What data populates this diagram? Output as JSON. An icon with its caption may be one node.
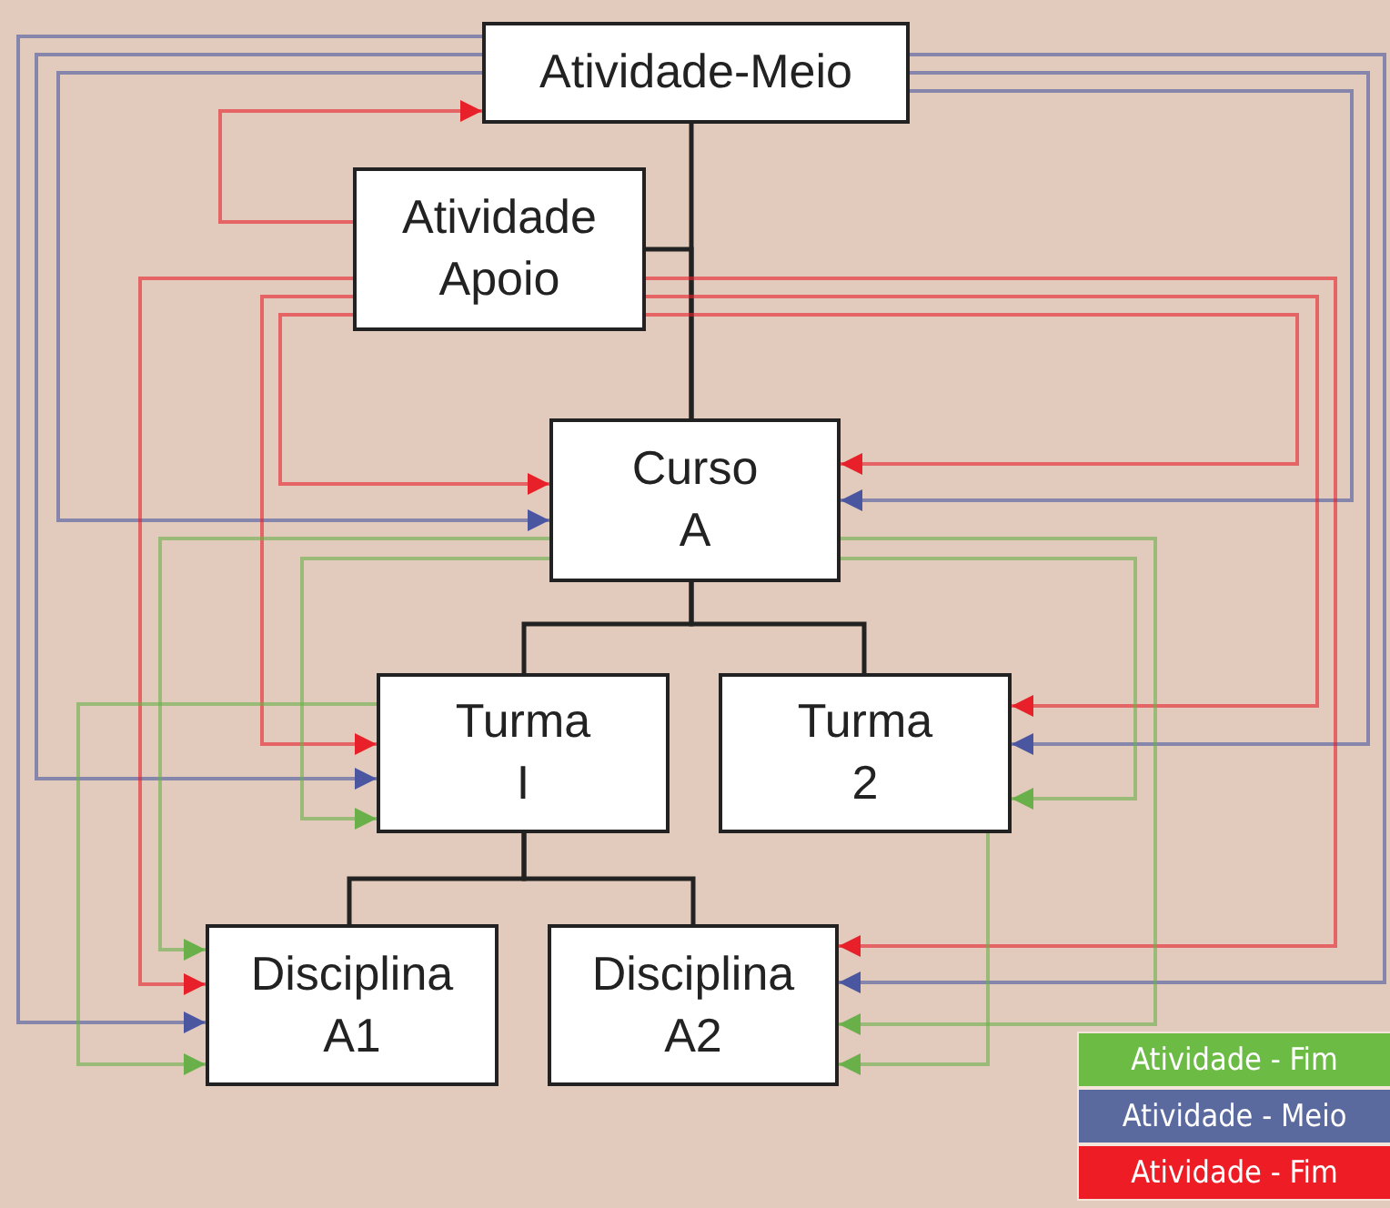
{
  "diagram": {
    "nodes": [
      {
        "text": [
          "Atividade-Meio"
        ]
      },
      {
        "text": [
          "Atividade Apoio"
        ]
      },
      {
        "text": [
          "Curso A"
        ]
      },
      {
        "text": [
          "Turma I"
        ]
      },
      {
        "text": [
          "Turma 2"
        ]
      },
      {
        "text": [
          "Disciplina A1"
        ]
      },
      {
        "text": [
          "Disciplina A2"
        ]
      }
    ],
    "edges": [
      {
        "from": 0,
        "to": 2,
        "arrow": "none",
        "color": "#222222"
      },
      {
        "from": 1,
        "to": 2,
        "arrow": "none",
        "color": "#222222"
      },
      {
        "from": 2,
        "to": 3,
        "arrow": "none",
        "color": "#222222"
      },
      {
        "from": 2,
        "to": 4,
        "arrow": "none",
        "color": "#222222"
      },
      {
        "from": 3,
        "to": 5,
        "arrow": "none",
        "color": "#222222"
      },
      {
        "from": 3,
        "to": 6,
        "arrow": "none",
        "color": "#222222"
      },
      {
        "from": 0,
        "to": 5,
        "arrow": "to",
        "color": "#4a56a0"
      },
      {
        "from": 0,
        "to": 3,
        "arrow": "to",
        "color": "#4a56a0"
      },
      {
        "from": 0,
        "to": 2,
        "arrow": "to",
        "color": "#4a56a0"
      },
      {
        "from": 0,
        "to": 6,
        "arrow": "to",
        "color": "#4a56a0"
      },
      {
        "from": 0,
        "to": 4,
        "arrow": "to",
        "color": "#4a56a0"
      },
      {
        "from": 0,
        "to": 2,
        "arrow": "to",
        "color": "#4a56a0"
      },
      {
        "from": 1,
        "to": 0,
        "arrow": "to",
        "color": "#e8202a"
      },
      {
        "from": 1,
        "to": 5,
        "arrow": "to",
        "color": "#e8202a"
      },
      {
        "from": 1,
        "to": 3,
        "arrow": "to",
        "color": "#e8202a"
      },
      {
        "from": 1,
        "to": 2,
        "arrow": "to",
        "color": "#e8202a"
      },
      {
        "from": 1,
        "to": 6,
        "arrow": "to",
        "color": "#e8202a"
      },
      {
        "from": 1,
        "to": 4,
        "arrow": "to",
        "color": "#e8202a"
      },
      {
        "from": 1,
        "to": 2,
        "arrow": "to",
        "color": "#e8202a"
      },
      {
        "from": 2,
        "to": 5,
        "arrow": "to",
        "color": "#6ab04a"
      },
      {
        "from": 2,
        "to": 3,
        "arrow": "to",
        "color": "#6ab04a"
      },
      {
        "from": 2,
        "to": 6,
        "arrow": "to",
        "color": "#6ab04a"
      },
      {
        "from": 2,
        "to": 4,
        "arrow": "to",
        "color": "#6ab04a"
      },
      {
        "from": 3,
        "to": 5,
        "arrow": "to",
        "color": "#6ab04a"
      },
      {
        "from": 4,
        "to": 6,
        "arrow": "to",
        "color": "#6ab04a"
      }
    ],
    "legend": [
      {
        "text": "Atividade - Fim",
        "color": "#6cbb45"
      },
      {
        "text": "Atividade - Meio",
        "color": "#5b6a9e"
      },
      {
        "text": "Atividade - Fim",
        "color": "#ee1c25"
      }
    ]
  }
}
